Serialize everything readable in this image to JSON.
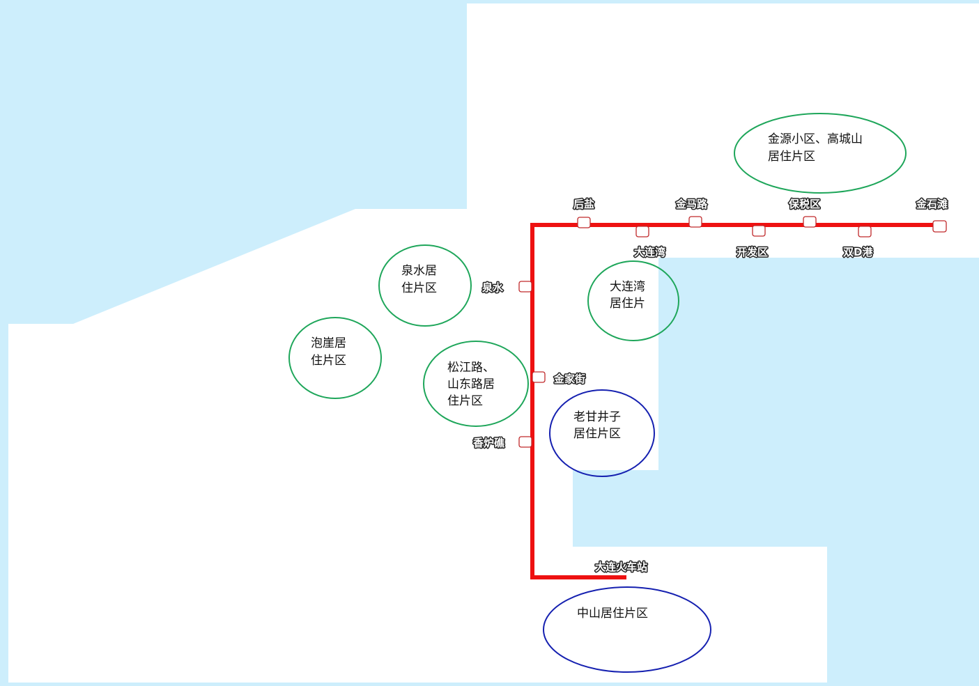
{
  "colors": {
    "water": "#cdeefc",
    "land": "#ffffff",
    "line": "#ee1111",
    "area_green": "#1ea65a",
    "area_blue": "#1520b0"
  },
  "stations": {
    "housha": "后盐",
    "dalianwan": "大连湾",
    "jinmalu": "金马路",
    "kaifaqu": "开发区",
    "baoshuiqu": "保税区",
    "shuangdgang": "双D港",
    "jinshitan": "金石滩",
    "quanshui": "泉水",
    "jinjiajie": "金家街",
    "xianglujiao": "香炉礁",
    "dalian_station": "大连火车站"
  },
  "areas": {
    "jinyuan": [
      "金源小区、高城山",
      "居住片区"
    ],
    "quanshui": [
      "泉水居",
      "住片区"
    ],
    "paoya": [
      "泡崖居",
      "住片区"
    ],
    "songjiang": [
      "松江路、",
      "山东路居",
      "住片区"
    ],
    "dalianwan": [
      "大连湾",
      "居住片"
    ],
    "laoganjingzi": [
      "老甘井子",
      "居住片区"
    ],
    "zhongshan": [
      "中山居住片区"
    ]
  }
}
